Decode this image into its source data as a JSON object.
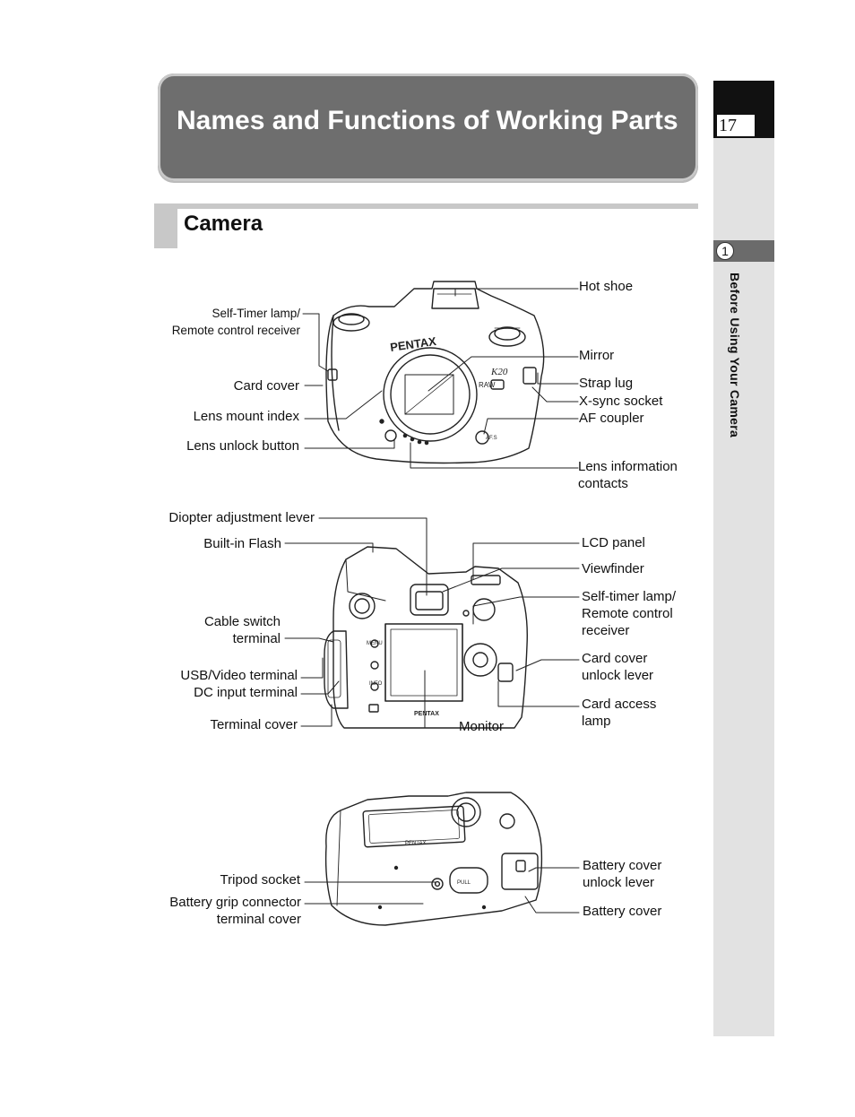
{
  "page": {
    "number": "17"
  },
  "chapter": {
    "number": "1",
    "title": "Before Using Your Camera"
  },
  "title": "Names and Functions of Working Parts",
  "section": "Camera",
  "front": {
    "self_timer_1": "Self-Timer lamp/",
    "self_timer_2": "Remote control receiver",
    "card_cover": "Card cover",
    "lens_mount_index": "Lens mount index",
    "lens_unlock": "Lens unlock button",
    "hot_shoe": "Hot shoe",
    "mirror": "Mirror",
    "strap_lug": "Strap lug",
    "x_sync": "X-sync socket",
    "af_coupler": "AF coupler",
    "lens_info_1": "Lens information",
    "lens_info_2": "contacts",
    "brand": "PENTAX",
    "model": "K20"
  },
  "back": {
    "diopter": "Diopter adjustment lever",
    "flash": "Built-in Flash",
    "cable_1": "Cable switch",
    "cable_2": "terminal",
    "usb": "USB/Video terminal",
    "dc": "DC input terminal",
    "terminal_cover": "Terminal cover",
    "monitor": "Monitor",
    "lcd": "LCD panel",
    "viewfinder": "Viewfinder",
    "self_timer_1": "Self-timer lamp/",
    "self_timer_2": "Remote control",
    "self_timer_3": "receiver",
    "card_unlock_1": "Card cover",
    "card_unlock_2": "unlock lever",
    "card_lamp_1": "Card access",
    "card_lamp_2": "lamp",
    "btn_menu": "MENU",
    "btn_info": "INFO",
    "brand": "PENTAX"
  },
  "bottom": {
    "tripod": "Tripod socket",
    "grip_1": "Battery grip connector",
    "grip_2": "terminal cover",
    "batt_unlock_1": "Battery cover",
    "batt_unlock_2": "unlock lever",
    "batt_cover": "Battery cover",
    "brand": "PENTAX",
    "pull": "PULL"
  }
}
